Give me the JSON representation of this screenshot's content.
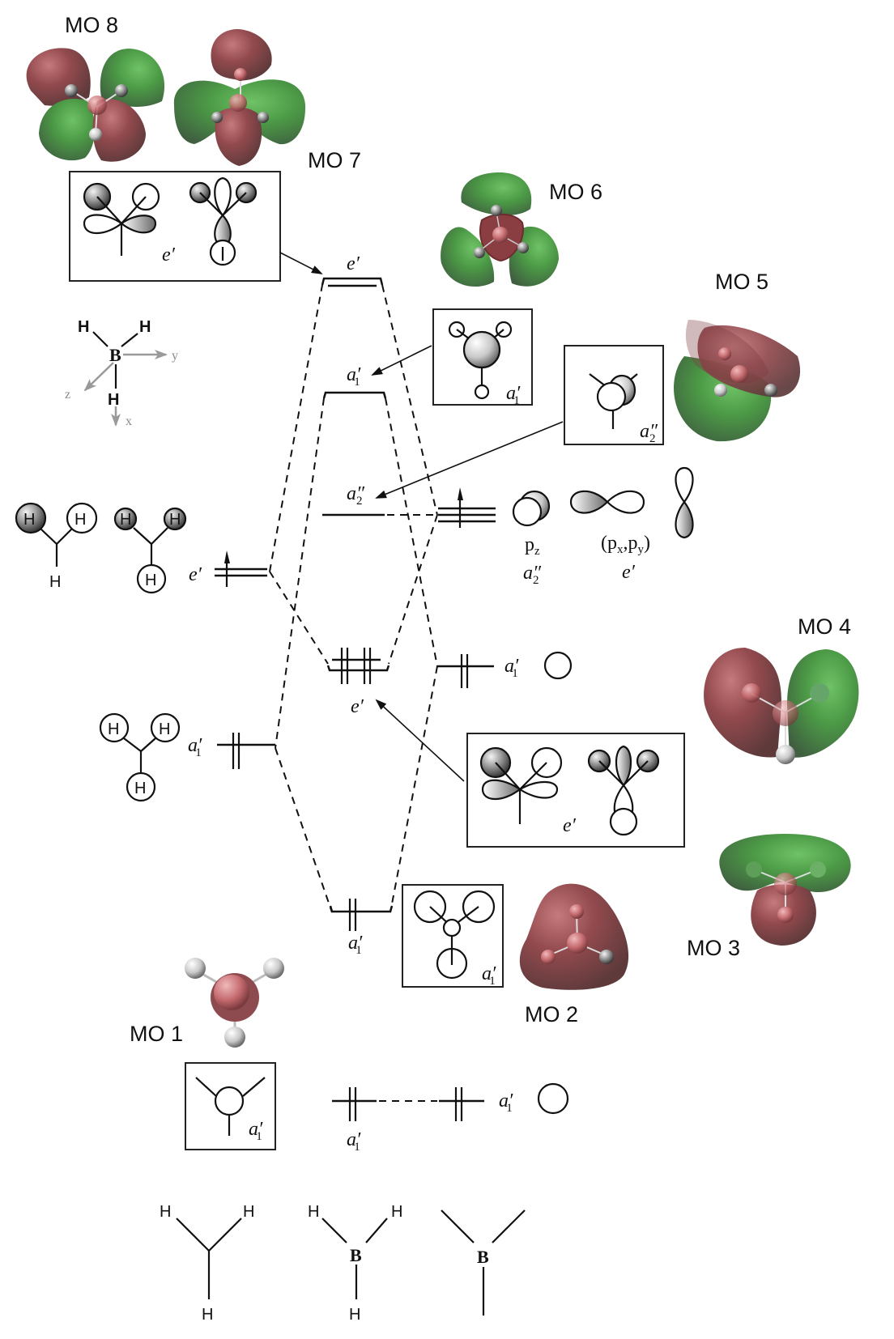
{
  "title": "BH3 molecular orbital diagram",
  "mo_labels": {
    "mo1": "MO 1",
    "mo2": "MO 2",
    "mo3": "MO 3",
    "mo4": "MO 4",
    "mo5": "MO 5",
    "mo6": "MO 6",
    "mo7": "MO 7",
    "mo8": "MO 8"
  },
  "symmetry": {
    "a": "a",
    "e": "e",
    "prime": "′",
    "double_prime": "″",
    "sub1": "1",
    "sub2": "2"
  },
  "levels": {
    "mo_center": [
      "e′ (antibonding, MO 7/8)",
      "a1′ (antibonding, MO 6)",
      "a2″ (nonbonding, MO 5)",
      "e′ (bonding, MO 3/4)",
      "a1′ (bonding, MO 2)",
      "a1′ (core, MO 1)"
    ],
    "h3_fragment": [
      "e′",
      "a1′"
    ],
    "boron": [
      "p (a2″ + e′)",
      "2s a1′",
      "1s a1′"
    ]
  },
  "atomic_orbitals": {
    "pz": "p",
    "pz_sub": "z",
    "pxpy_open": "(p",
    "px_sub": "x",
    "comma": ",p",
    "py_sub": "y",
    "close": ")"
  },
  "axes": {
    "x": "x",
    "y": "y",
    "z": "z"
  },
  "atoms": {
    "H": "H",
    "B": "B"
  },
  "colors": {
    "lobe_red": "#8f4a4d",
    "lobe_green": "#4f9a48",
    "axis_gray": "#9a9a9a"
  }
}
